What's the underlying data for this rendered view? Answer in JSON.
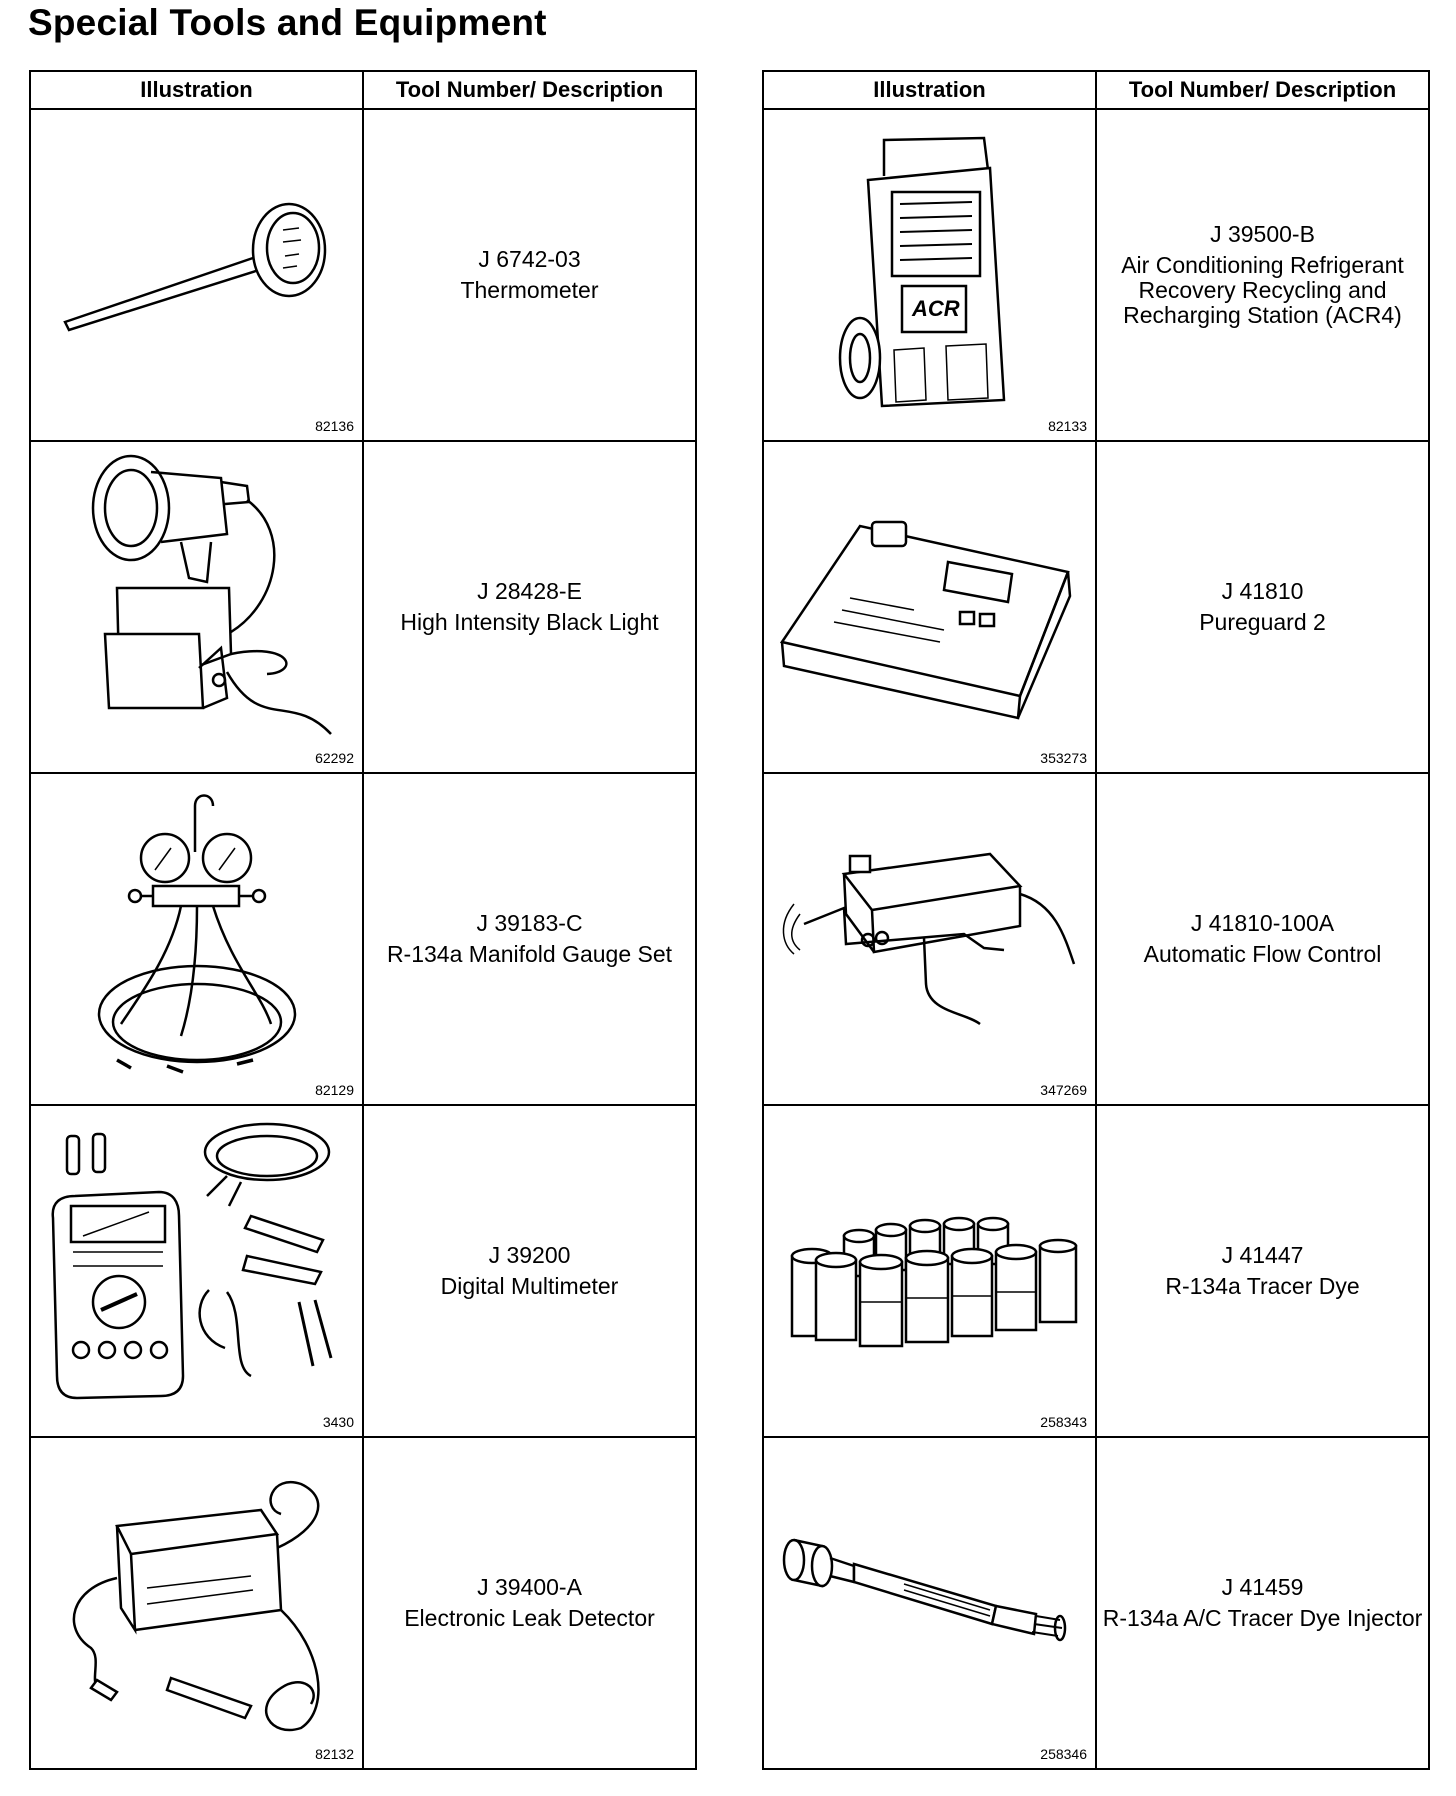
{
  "title": "Special Tools and Equipment",
  "headers": {
    "illustration": "Illustration",
    "tool": "Tool Number/ Description"
  },
  "left": [
    {
      "fig": "82136",
      "number": "J 6742-03",
      "description": "Thermometer",
      "icon": "thermometer-icon"
    },
    {
      "fig": "62292",
      "number": "J 28428-E",
      "description": "High Intensity Black Light",
      "icon": "black-light-icon"
    },
    {
      "fig": "82129",
      "number": "J 39183-C",
      "description": "R-134a Manifold Gauge Set",
      "icon": "manifold-gauge-icon"
    },
    {
      "fig": "3430",
      "number": "J 39200",
      "description": "Digital Multimeter",
      "icon": "multimeter-icon"
    },
    {
      "fig": "82132",
      "number": "J 39400-A",
      "description": "Electronic Leak Detector",
      "icon": "leak-detector-icon"
    }
  ],
  "right": [
    {
      "fig": "82133",
      "number": "J 39500-B",
      "description": "Air Conditioning Refrigerant Recovery Recycling and Recharging Station (ACR4)",
      "icon": "acr-station-icon",
      "badge": "ACR"
    },
    {
      "fig": "353273",
      "number": "J 41810",
      "description": "Pureguard 2",
      "icon": "pureguard-icon"
    },
    {
      "fig": "347269",
      "number": "J 41810-100A",
      "description": "Automatic Flow Control",
      "icon": "flow-control-icon"
    },
    {
      "fig": "258343",
      "number": "J 41447",
      "description": "R-134a Tracer Dye",
      "icon": "tracer-dye-bottles-icon"
    },
    {
      "fig": "258346",
      "number": "J 41459",
      "description": "R-134a A/C Tracer Dye Injector",
      "icon": "dye-injector-icon"
    }
  ]
}
